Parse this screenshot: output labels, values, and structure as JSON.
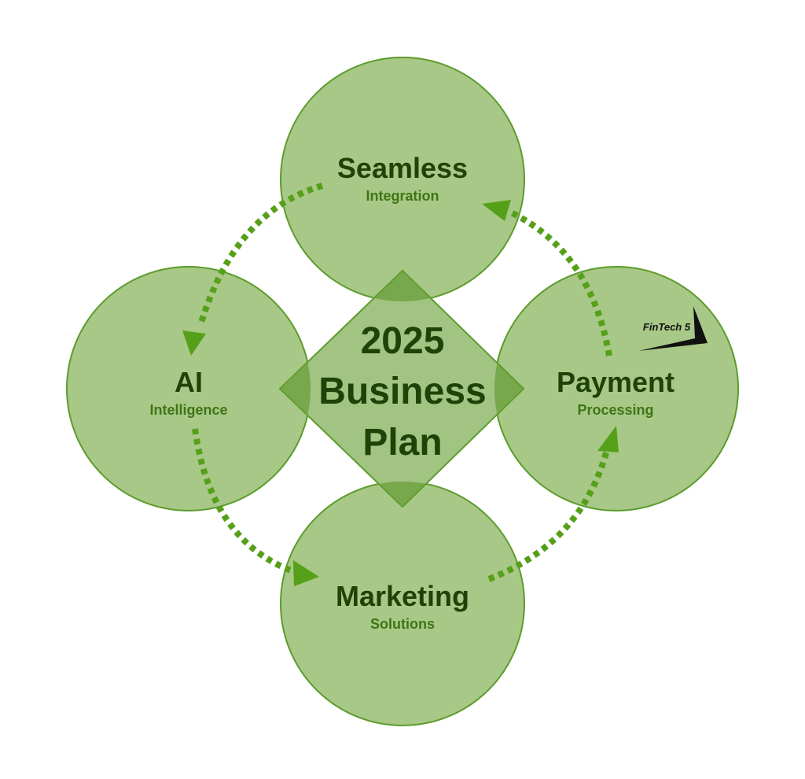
{
  "colors": {
    "circle_fill": "#a8c887",
    "circle_stroke": "#5c9c2c",
    "diamond_fill": "#a2c483",
    "overlap_fill": "#78a84c",
    "text_dark": "#1f4208",
    "text_mid": "#3f7514",
    "arrow": "#56a019",
    "logo_text": "#111111"
  },
  "center": {
    "line1": "2025",
    "line2": "Business",
    "line3": "Plan"
  },
  "nodes": {
    "top": {
      "title": "Seamless",
      "subtitle": "Integration"
    },
    "left": {
      "title": "AI",
      "subtitle": "Intelligence"
    },
    "right": {
      "title": "Payment",
      "subtitle": "Processing"
    },
    "bottom": {
      "title": "Marketing",
      "subtitle": "Solutions"
    }
  },
  "logo": {
    "text": "FinTech 5"
  },
  "arrows": [
    {
      "from": "top",
      "to": "left"
    },
    {
      "from": "left",
      "to": "bottom"
    },
    {
      "from": "bottom",
      "to": "right"
    },
    {
      "from": "right",
      "to": "top"
    }
  ]
}
